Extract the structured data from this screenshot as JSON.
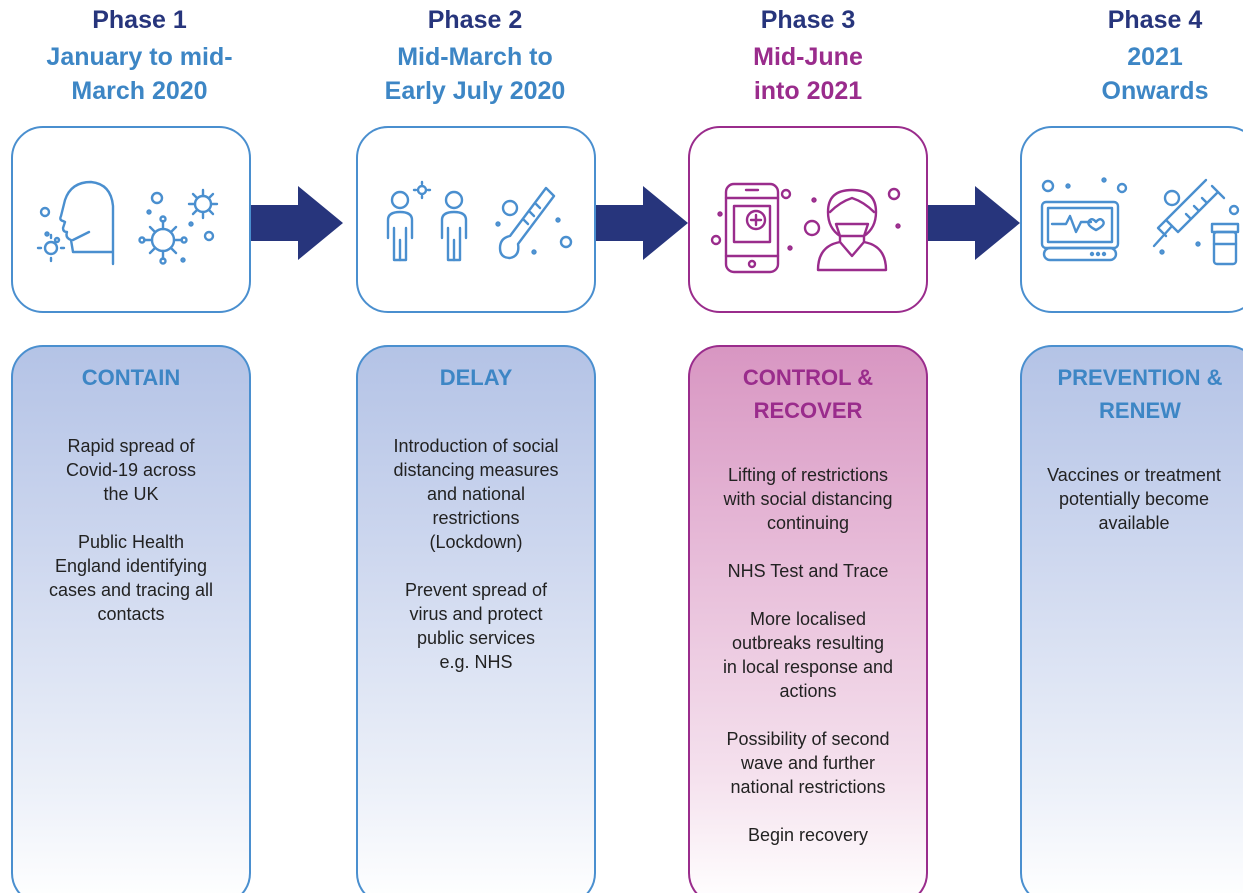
{
  "phases": [
    {
      "title": "Phase 1",
      "period": "January to mid-\nMarch 2020",
      "heading": "CONTAIN",
      "paragraphs": [
        "Rapid spread of\nCovid-19 across\nthe UK",
        "Public Health\nEngland identifying\ncases and tracing all\ncontacts"
      ],
      "icons": [
        "coughing-person-icon",
        "virus-icon"
      ]
    },
    {
      "title": "Phase 2",
      "period": "Mid-March to\nEarly July 2020",
      "heading": "DELAY",
      "paragraphs": [
        "Introduction of social\ndistancing measures\nand national\nrestrictions\n(Lockdown)",
        "Prevent spread of\nvirus and protect\npublic services\ne.g. NHS"
      ],
      "icons": [
        "social-distancing-people-icon",
        "thermometer-icon"
      ]
    },
    {
      "title": "Phase 3",
      "period": "Mid-June\ninto 2021",
      "heading": "CONTROL &\nRECOVER",
      "paragraphs": [
        "Lifting of restrictions\nwith social distancing\ncontinuing",
        "NHS Test and Trace",
        "More localised\noutbreaks resulting\nin local response and\nactions",
        "Possibility of second\nwave and further\nnational restrictions",
        "Begin recovery"
      ],
      "icons": [
        "mobile-health-app-icon",
        "masked-person-icon"
      ]
    },
    {
      "title": "Phase 4",
      "period": "2021\nOnwards",
      "heading": "PREVENTION &\nRENEW",
      "paragraphs": [
        "Vaccines or treatment\npotentially become\navailable"
      ],
      "icons": [
        "heart-monitor-icon",
        "vaccine-syringe-icon"
      ]
    }
  ],
  "colors": {
    "title": "#27357c",
    "blue_accent": "#3d86c5",
    "purple_accent": "#9a2c8c",
    "arrow": "#27357c",
    "icon_line": "#4a8fcf"
  }
}
